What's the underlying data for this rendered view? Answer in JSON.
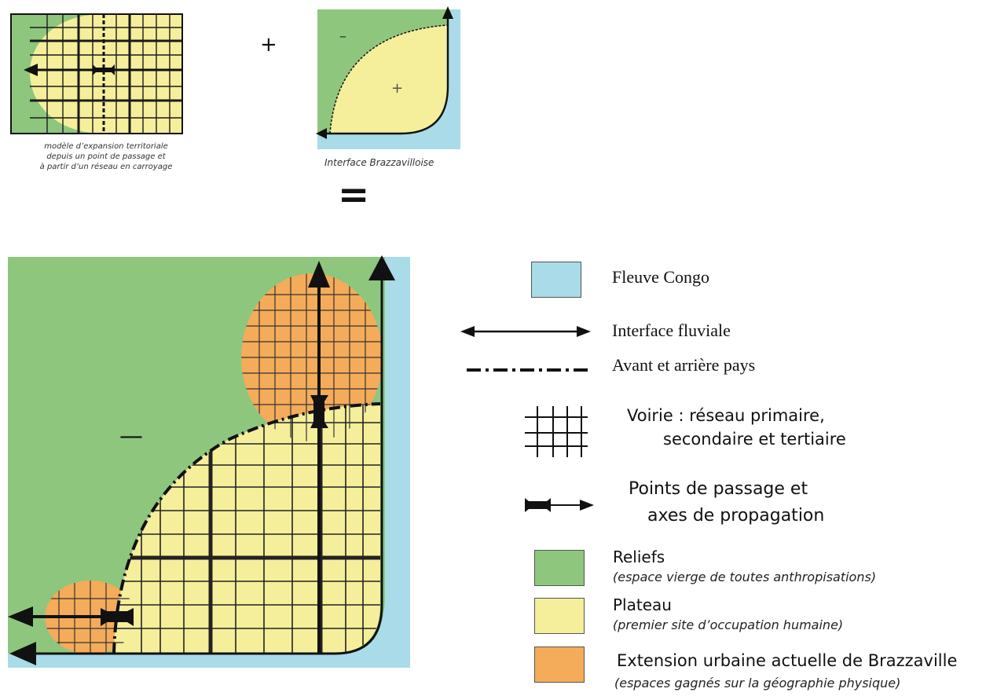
{
  "top": {
    "model_caption": [
      "modèle d’expansion territoriale",
      "depuis un point de passage et",
      "à partir d’un réseau en carroyage"
    ],
    "interface_caption": "Interface Brazzavilloise",
    "plus_operator": "+",
    "equals_operator": "=",
    "minus_sign": "–",
    "plus_sign": "+"
  },
  "main_map": {
    "minus_sign": "—"
  },
  "legend": {
    "fleuve": "Fleuve Congo",
    "interface_fluviale": "Interface fluviale",
    "avant_arriere": "Avant et arrière pays",
    "voirie": [
      "Voirie : réseau primaire,",
      "secondaire et tertiaire"
    ],
    "points": [
      "Points de passage et",
      "axes de propagation"
    ],
    "reliefs": "Reliefs",
    "reliefs_sub": "(espace vierge de toutes anthropisations)",
    "plateau": "Plateau",
    "plateau_sub": "(premier site d’occupation humaine)",
    "extension": "Extension urbaine actuelle de Brazzaville",
    "extension_sub": "(espaces gagnés sur la géographie physique)"
  },
  "colors": {
    "relief_green": "#8ec67e",
    "plateau_yellow": "#f5ee9b",
    "extension_orange": "#f4ab5a",
    "fleuve_blue": "#a9dbe9"
  }
}
